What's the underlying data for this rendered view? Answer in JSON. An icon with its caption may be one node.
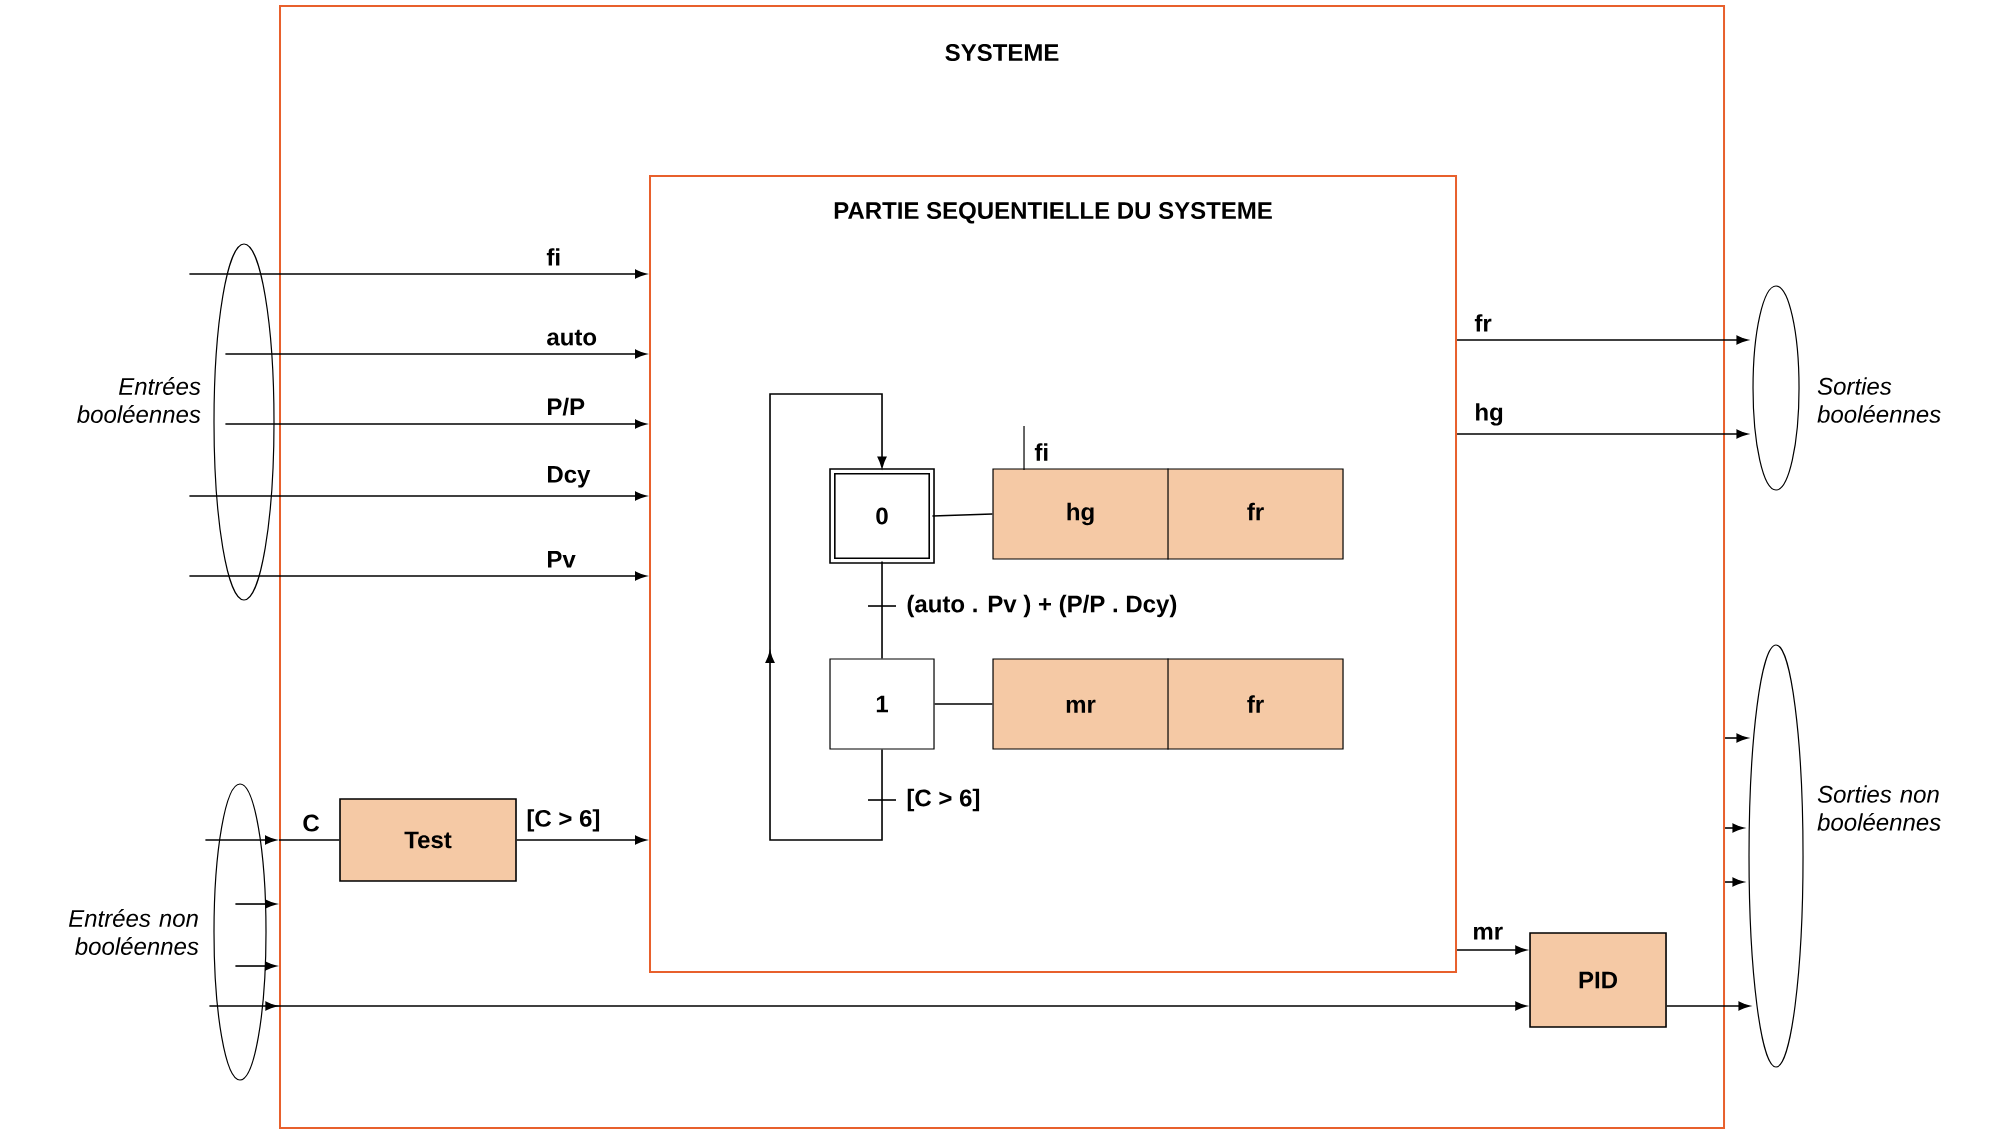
{
  "diagram": {
    "nodes": [
      {
        "text": [
          "SYSTEME"
        ]
      },
      {
        "text": [
          "PARTIE SEQUENTIELLE DU SYSTEME"
        ],
        "in": 0
      },
      {
        "text": [
          "0"
        ],
        "in": 1
      },
      {
        "text": [
          "hg",
          "fr"
        ],
        "in": 1
      },
      {
        "text": [
          "1"
        ],
        "in": 1
      },
      {
        "text": [
          "mr",
          "fr"
        ],
        "in": 1
      },
      {
        "text": [
          "Test"
        ],
        "in": 0
      },
      {
        "text": [
          "PID"
        ],
        "in": 0
      },
      {
        "text": [],
        "shape": "ellipse",
        "beside": [
          "Entrées booléennes"
        ]
      },
      {
        "text": [],
        "shape": "ellipse",
        "beside": [
          "Entrées non booléennes"
        ]
      },
      {
        "text": [],
        "shape": "ellipse",
        "beside": [
          "Sorties booléennes"
        ]
      },
      {
        "text": [],
        "shape": "ellipse",
        "beside": [
          "Sorties non booléennes"
        ]
      }
    ],
    "edges": [
      {
        "from": 8,
        "to": 1,
        "arrow": "to",
        "label": "fi"
      },
      {
        "from": 8,
        "to": 1,
        "arrow": "to",
        "label": "auto"
      },
      {
        "from": 8,
        "to": 1,
        "arrow": "to",
        "label": "P/P"
      },
      {
        "from": 8,
        "to": 1,
        "arrow": "to",
        "label": "Dcy"
      },
      {
        "from": 8,
        "to": 1,
        "arrow": "to",
        "label": "Pv"
      },
      {
        "from": 1,
        "to": 10,
        "arrow": "to",
        "label": "fr"
      },
      {
        "from": 1,
        "to": 10,
        "arrow": "to",
        "label": "hg"
      },
      {
        "from": 9,
        "to": 0,
        "arrow": "to"
      },
      {
        "from": 0,
        "to": 6,
        "arrow": "none",
        "label": "C"
      },
      {
        "from": 6,
        "to": 1,
        "arrow": "to",
        "label": "[C > 6]"
      },
      {
        "from": 9,
        "to": 0,
        "arrow": "to"
      },
      {
        "from": 9,
        "to": 0,
        "arrow": "to"
      },
      {
        "from": 9,
        "to": 7,
        "arrow": "to"
      },
      {
        "from": 1,
        "to": 7,
        "arrow": "to",
        "label": "mr"
      },
      {
        "from": 7,
        "to": 11,
        "arrow": "to"
      },
      {
        "from": 0,
        "to": 11,
        "arrow": "to"
      },
      {
        "from": 0,
        "to": 11,
        "arrow": "to"
      },
      {
        "from": 0,
        "to": 11,
        "arrow": "to"
      },
      {
        "from": 2,
        "to": 3,
        "arrow": "none"
      },
      {
        "from": 4,
        "to": 5,
        "arrow": "none"
      },
      {
        "from": 2,
        "to": 4,
        "arrow": "none",
        "label": "(auto . Pv ) + (P/P . Dcy)"
      },
      {
        "from": 4,
        "to": 2,
        "arrow": "to",
        "label": "[C > 6]"
      }
    ],
    "labels": [
      "fi"
    ]
  }
}
